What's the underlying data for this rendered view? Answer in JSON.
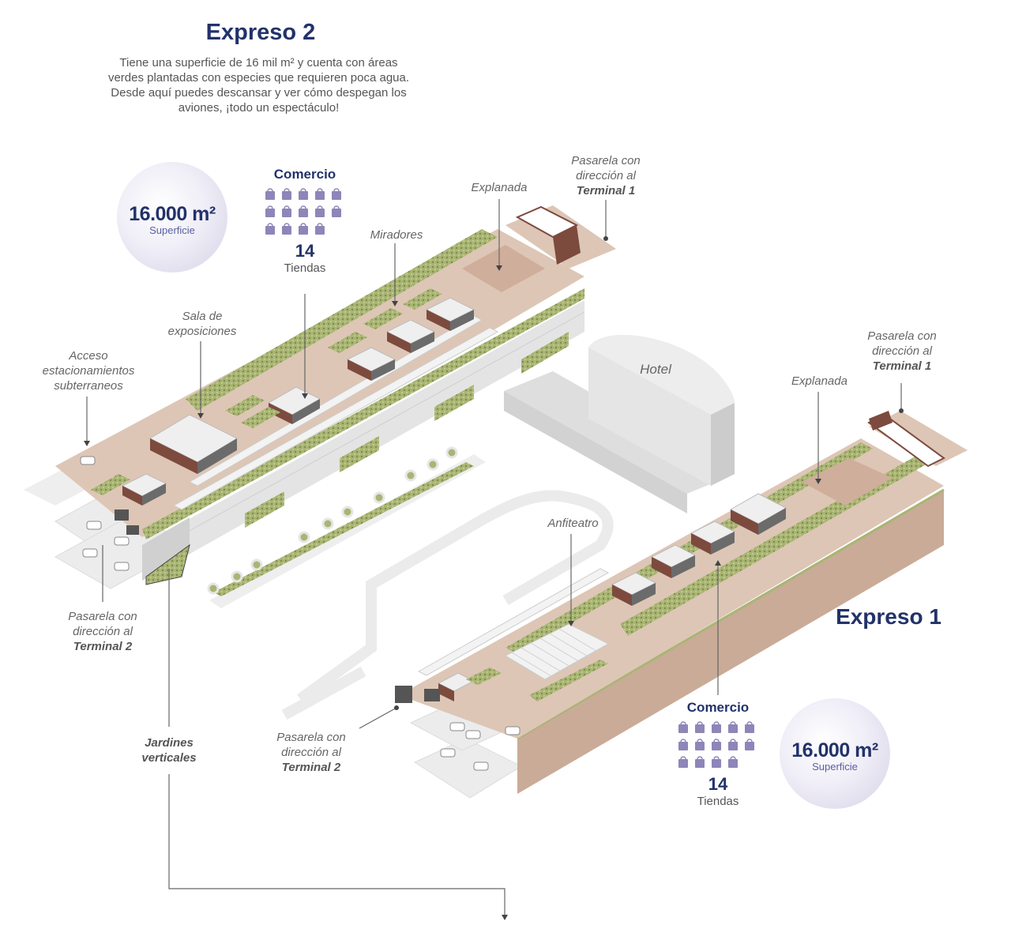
{
  "header": {
    "title": "Expreso 2",
    "description_lines": [
      "Tiene una superficie de 16 mil m² y cuenta con áreas",
      "verdes plantadas con especies que requieren poca agua.",
      "Desde aquí puedes descansar y ver cómo despegan los",
      "aviones, ¡todo un espectáculo!"
    ]
  },
  "expreso2": {
    "surface_value": "16.000 m²",
    "surface_label": "Superficie",
    "comercio_title": "Comercio",
    "shops_count": "14",
    "shops_label": "Tiendas",
    "labels": {
      "explanada": "Explanada",
      "pasarela_t1_line1": "Pasarela con",
      "pasarela_t1_line2": "dirección al",
      "pasarela_t1_line3": "Terminal 1",
      "miradores": "Miradores",
      "sala_line1": "Sala de",
      "sala_line2": "exposiciones",
      "acceso_line1": "Acceso",
      "acceso_line2": "estacionamientos",
      "acceso_line3": "subterraneos",
      "pasarela_t2_line1": "Pasarela con",
      "pasarela_t2_line2": "dirección al",
      "pasarela_t2_line3": "Terminal 2"
    }
  },
  "expreso1": {
    "title": "Expreso 1",
    "surface_value": "16.000 m²",
    "surface_label": "Superficie",
    "comercio_title": "Comercio",
    "shops_count": "14",
    "shops_label": "Tiendas",
    "labels": {
      "hotel": "Hotel",
      "explanada": "Explanada",
      "pasarela_t1_line1": "Pasarela con",
      "pasarela_t1_line2": "dirección al",
      "pasarela_t1_line3": "Terminal 1",
      "anfiteatro": "Anfiteatro",
      "pasarela_t2_line1": "Pasarela con",
      "pasarela_t2_line2": "dirección al",
      "pasarela_t2_line3": "Terminal 2"
    }
  },
  "jardines": {
    "line1": "Jardines",
    "line2": "verticales"
  },
  "colors": {
    "navy": "#22326a",
    "bag": "#8d86b8",
    "floor": "#ddc6b6",
    "wall": "#c9ab98",
    "green": "#a9b573",
    "roof": "#e6e6e6",
    "dark_brown": "#7d4a3e"
  },
  "icons": {
    "bag": "shopping-bag-icon",
    "car": "car-icon",
    "arrow": "arrow-icon"
  }
}
